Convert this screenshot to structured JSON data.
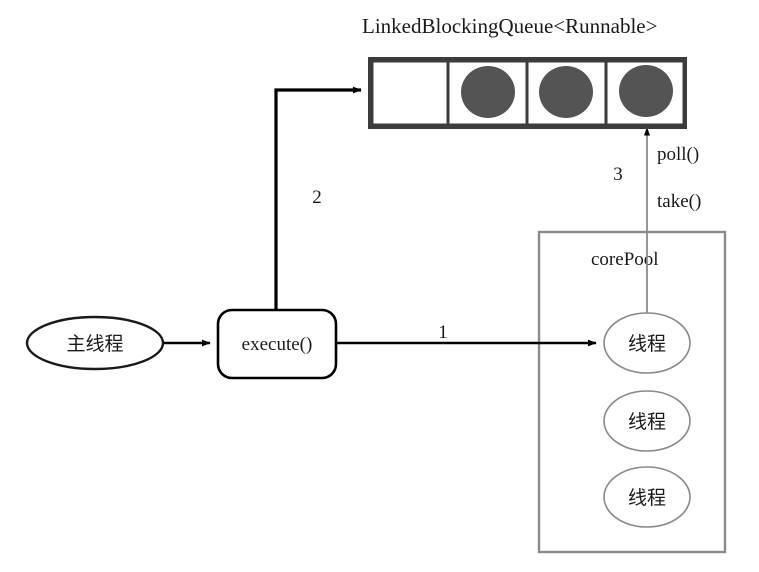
{
  "diagram": {
    "title": "LinkedBlockingQueue<Runnable>",
    "queue": {
      "name": "LinkedBlockingQueue<Runnable>",
      "cells": [
        {
          "filled": false,
          "task_label": ""
        },
        {
          "filled": true,
          "task_label": ""
        },
        {
          "filled": true,
          "task_label": ""
        },
        {
          "filled": true,
          "task_label": ""
        }
      ],
      "cell_count": 4,
      "filled_count": 3,
      "task_color": "#545454",
      "border_color": "#3c3c3c"
    },
    "main_thread": {
      "label": "主线程"
    },
    "execute_box": {
      "label": "execute()"
    },
    "core_pool": {
      "label": "corePool",
      "threads": [
        {
          "label": "线程"
        },
        {
          "label": "线程"
        },
        {
          "label": "线程"
        }
      ],
      "border_color": "#8a8a8a"
    },
    "edges": [
      {
        "id": "edge-main-to-execute",
        "number": "",
        "from": "主线程",
        "to": "execute()",
        "style": "solid-black"
      },
      {
        "id": "edge-execute-to-thread",
        "number": "1",
        "from": "execute()",
        "to": "线程",
        "style": "solid-black"
      },
      {
        "id": "edge-execute-to-queue",
        "number": "2",
        "from": "execute()",
        "to": "LinkedBlockingQueue<Runnable>",
        "style": "solid-black"
      },
      {
        "id": "edge-thread-to-queue",
        "number": "3",
        "from": "线程",
        "to": "LinkedBlockingQueue<Runnable>",
        "style": "thin-gray",
        "methods": [
          "poll()",
          "take()"
        ]
      }
    ],
    "annotations": {
      "num_one": "1",
      "num_two": "2",
      "num_three": "3",
      "poll": "poll()",
      "take": "take()"
    }
  }
}
